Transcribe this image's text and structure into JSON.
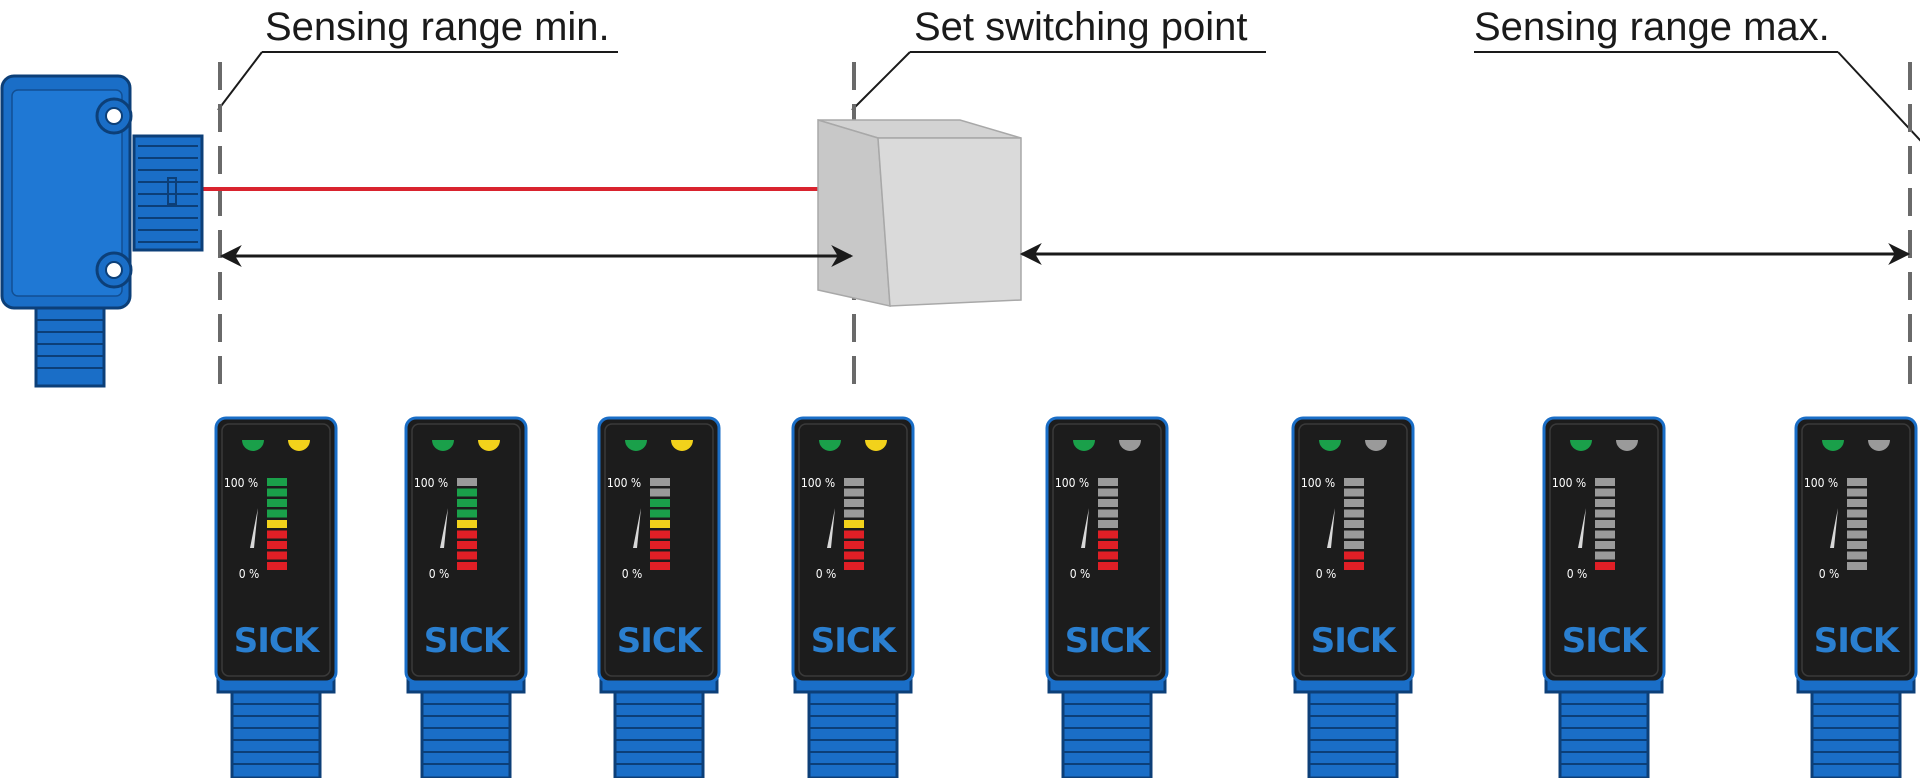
{
  "labels": {
    "range_min": "Sensing range min.",
    "switch_point": "Set switching point",
    "range_max": "Sensing range max."
  },
  "indicator": {
    "scale_top": "100 %",
    "scale_bottom": "0 %",
    "brand": "SICK"
  },
  "colors": {
    "sensor_blue": "#1a6ec7",
    "beam_red": "#d9232e",
    "led_green": "#1aa04a",
    "led_yellow": "#f2d21b",
    "led_red": "#e01f26",
    "led_off": "#9a9a9a",
    "body_black": "#1c1c1c",
    "brand_blue": "#2a7fd0"
  },
  "devices": [
    {
      "status_led_1": "green",
      "status_led_2": "yellow",
      "bar": [
        "green",
        "green",
        "green",
        "green",
        "yellow",
        "red",
        "red",
        "red",
        "red"
      ]
    },
    {
      "status_led_1": "green",
      "status_led_2": "yellow",
      "bar": [
        "off",
        "green",
        "green",
        "green",
        "yellow",
        "red",
        "red",
        "red",
        "red"
      ]
    },
    {
      "status_led_1": "green",
      "status_led_2": "yellow",
      "bar": [
        "off",
        "off",
        "green",
        "green",
        "yellow",
        "red",
        "red",
        "red",
        "red"
      ]
    },
    {
      "status_led_1": "green",
      "status_led_2": "yellow",
      "bar": [
        "off",
        "off",
        "off",
        "off",
        "yellow",
        "red",
        "red",
        "red",
        "red"
      ]
    },
    {
      "status_led_1": "green",
      "status_led_2": "off",
      "bar": [
        "off",
        "off",
        "off",
        "off",
        "off",
        "red",
        "red",
        "red",
        "red"
      ]
    },
    {
      "status_led_1": "green",
      "status_led_2": "off",
      "bar": [
        "off",
        "off",
        "off",
        "off",
        "off",
        "off",
        "off",
        "red",
        "red"
      ]
    },
    {
      "status_led_1": "green",
      "status_led_2": "off",
      "bar": [
        "off",
        "off",
        "off",
        "off",
        "off",
        "off",
        "off",
        "off",
        "red"
      ]
    },
    {
      "status_led_1": "green",
      "status_led_2": "off",
      "bar": [
        "off",
        "off",
        "off",
        "off",
        "off",
        "off",
        "off",
        "off",
        "off"
      ]
    }
  ]
}
